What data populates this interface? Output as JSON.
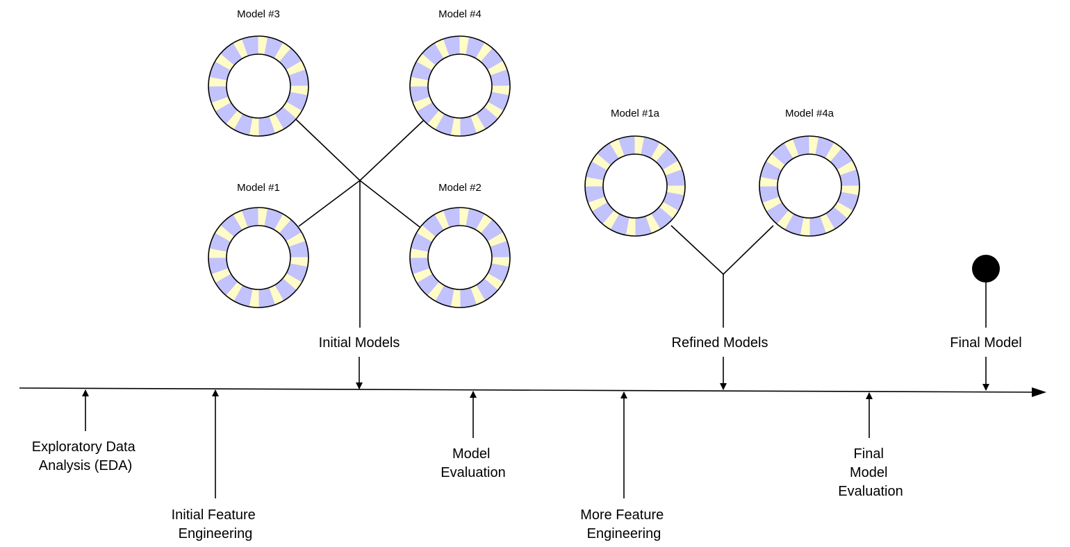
{
  "colors": {
    "ring_fill": "#c2c2fc",
    "ring_stripe": "#fffcc8",
    "stroke": "#000000",
    "background": "#ffffff"
  },
  "models": {
    "initial": [
      {
        "id": "m3",
        "label": "Model #3"
      },
      {
        "id": "m4",
        "label": "Model #4"
      },
      {
        "id": "m1",
        "label": "Model #1"
      },
      {
        "id": "m2",
        "label": "Model #2"
      }
    ],
    "refined": [
      {
        "id": "m1a",
        "label": "Model #1a"
      },
      {
        "id": "m4a",
        "label": "Model #4a"
      }
    ]
  },
  "milestones": {
    "initial_models": "Initial Models",
    "refined_models": "Refined Models",
    "final_model": "Final Model"
  },
  "stages": [
    {
      "id": "eda",
      "lines": [
        "Exploratory Data",
        "Analysis (EDA)"
      ]
    },
    {
      "id": "initial-fe",
      "lines": [
        "Initial Feature",
        "Engineering"
      ]
    },
    {
      "id": "model-eval",
      "lines": [
        "Model",
        "Evaluation"
      ]
    },
    {
      "id": "more-fe",
      "lines": [
        "More Feature",
        "Engineering"
      ]
    },
    {
      "id": "final-eval",
      "lines": [
        "Final",
        "Model",
        "Evaluation"
      ]
    }
  ]
}
